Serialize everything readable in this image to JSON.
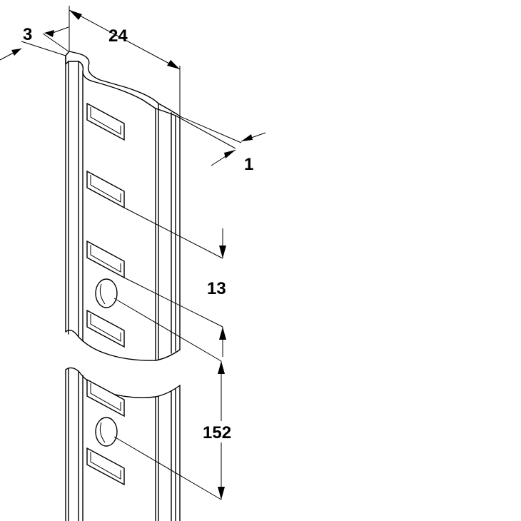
{
  "dimensions": {
    "flange_depth": "3",
    "width": "24",
    "thickness": "1",
    "slot_spacing": "13",
    "hole_spacing": "152"
  }
}
